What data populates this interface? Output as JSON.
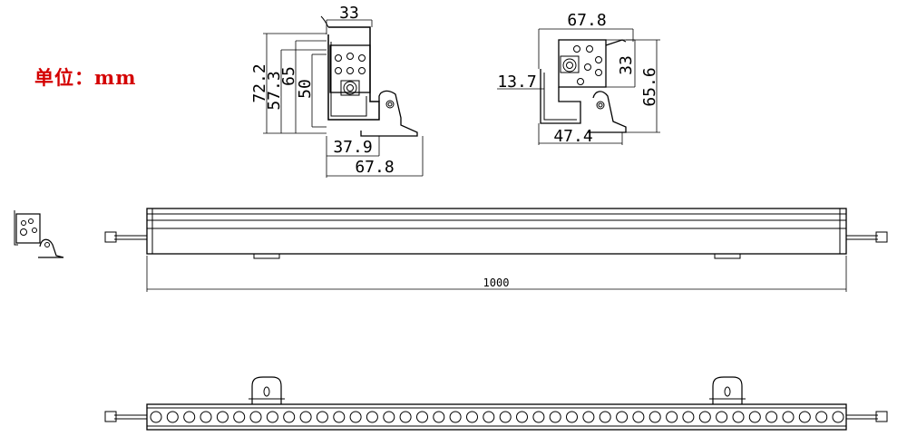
{
  "unit_label": "单位：mm",
  "section_a": {
    "dims": {
      "top": "33",
      "h_outer": "72.2",
      "h_1": "57.3",
      "h_2": "65",
      "h_3": "50",
      "w_inner": "37.9",
      "w_outer": "67.8"
    }
  },
  "section_b": {
    "dims": {
      "top": "67.8",
      "left": "13.7",
      "right_inner": "33",
      "right_outer": "65.6",
      "bottom": "47.4"
    }
  },
  "length_dim": "1000",
  "front_view": {
    "led_count": 42
  }
}
